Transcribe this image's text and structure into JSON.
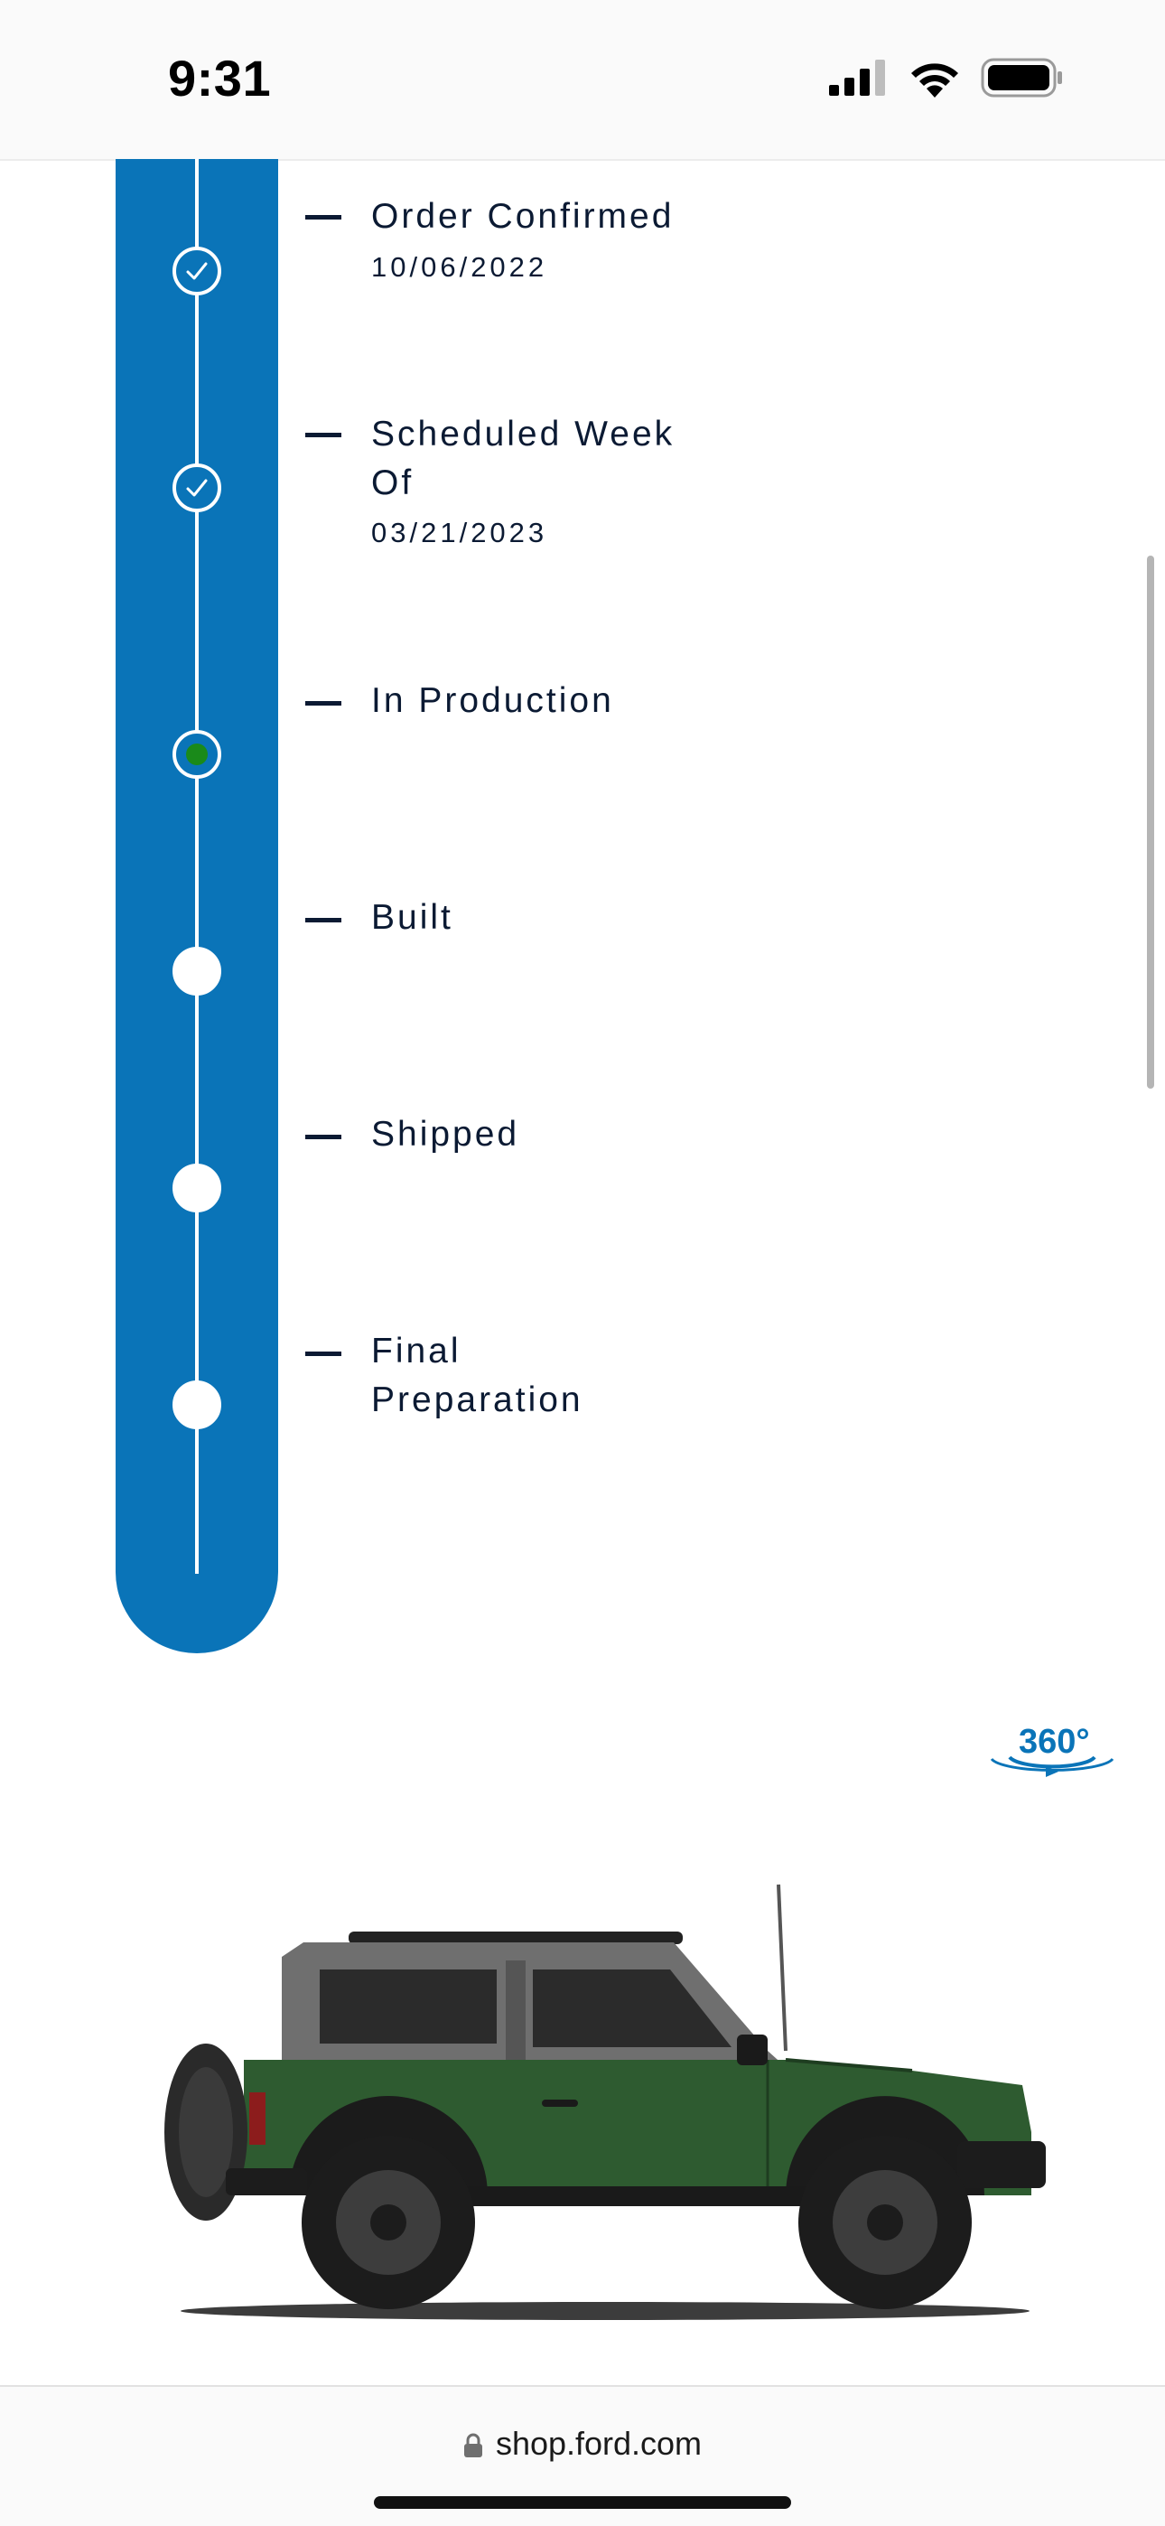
{
  "status_bar": {
    "time": "9:31",
    "icons": [
      "cellular-signal-icon",
      "wifi-icon",
      "battery-icon"
    ]
  },
  "timeline": {
    "accent_color": "#0a74b8",
    "current_dot_color": "#1a8a1a",
    "steps": [
      {
        "label": "Order Confirmed",
        "date": "10/06/2022",
        "state": "complete"
      },
      {
        "label": "Scheduled Week Of",
        "date": "03/21/2023",
        "state": "complete"
      },
      {
        "label": "In Production",
        "date": "",
        "state": "current"
      },
      {
        "label": "Built",
        "date": "",
        "state": "pending"
      },
      {
        "label": "Shipped",
        "date": "",
        "state": "pending"
      },
      {
        "label": "Final Preparation",
        "date": "",
        "state": "pending"
      }
    ]
  },
  "viewer": {
    "badge": "360°",
    "vehicle_icon": "vehicle-side-view",
    "vehicle_color": "#2d5a2f"
  },
  "browser": {
    "url": "shop.ford.com",
    "icon": "lock-icon"
  }
}
